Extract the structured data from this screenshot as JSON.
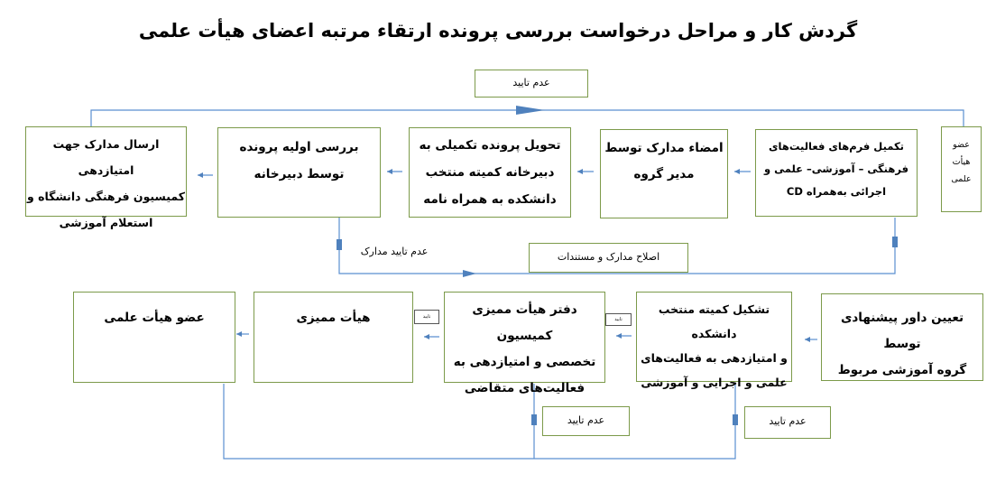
{
  "title": "گردش کار و مراحل درخواست بررسی پرونده ارتقاء مرتبه اعضای هیأت علمی",
  "colors": {
    "box_border": "#7c9a4a",
    "connector": "#5b8fd0",
    "arrow_fill": "#4f81bd"
  },
  "row1": {
    "member": [
      "عضو",
      "هیأت",
      "علمی"
    ],
    "step1": [
      "تکمیل فرم‌های فعالیت‌های",
      "فرهنگی – آموزشی– علمی و",
      "اجرائی به‌همراه CD"
    ],
    "step2": [
      "امضاء مدارک توسط",
      "مدیر گروه"
    ],
    "step3": [
      "تحویل پرونده تکمیلی به",
      "دبیرخانه کمیته منتخب",
      "دانشکده به همراه نامه"
    ],
    "step4": [
      "بررسی اولیه پرونده",
      "توسط دبیرخانه"
    ],
    "step5": [
      "ارسال مدارک جهت امتیازدهی",
      "کمیسیون فرهنگی دانشگاه و",
      "استعلام آموزشی"
    ]
  },
  "row2": {
    "step1": [
      "تعیین داور پیشنهادی توسط",
      "گروه آموزشی مربوط"
    ],
    "step2": [
      "تشکیل کمیته منتخب دانشکده",
      "و امتیازدهی به فعالیت‌های",
      "علمی و اجرایی و آموزشی"
    ],
    "step3": [
      "دفتر هیأت ممیزی کمیسیون",
      "تخصصی و امتیازدهی به",
      "فعالیت‌های متقاضی"
    ],
    "step4": "هیأت ممیزی",
    "step5": "عضو هیأت علمی"
  },
  "notes": {
    "top_reject": "عدم تایید",
    "docs_reject": "عدم تایید مدارک",
    "docs_fix": "اصلاح مدارک و مستندات",
    "bottom_reject_1": "عدم تایید",
    "bottom_reject_2": "عدم تایید"
  },
  "tags": {
    "tag1": "تایید",
    "tag2": "تایید"
  }
}
